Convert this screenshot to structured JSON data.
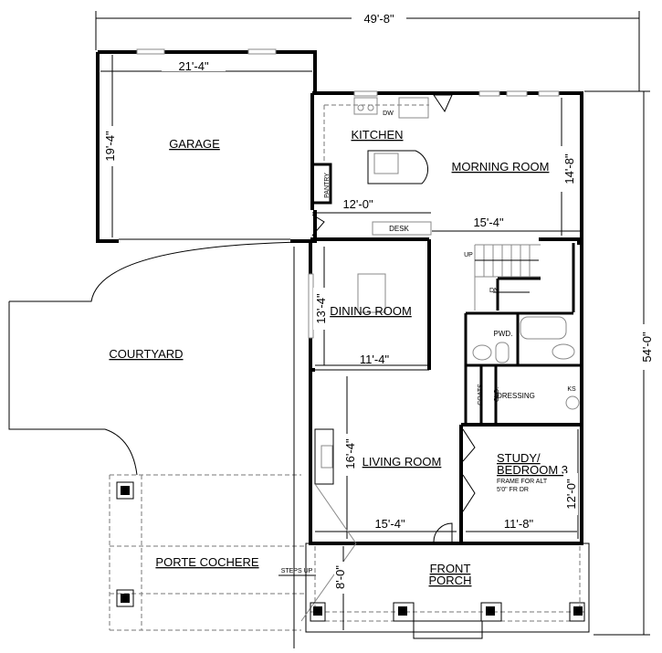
{
  "plan": {
    "overall_width": "49'-8\"",
    "overall_depth": "54'-0\"",
    "rooms": {
      "garage": {
        "label": "GARAGE",
        "width": "21'-4\"",
        "depth": "19'-4\""
      },
      "kitchen": {
        "label": "KITCHEN",
        "width": "12'-0\"",
        "pantry": "PANTRY",
        "dw": "DW",
        "desk": "DESK"
      },
      "morning_room": {
        "label": "MORNING ROOM",
        "width": "15'-4\"",
        "depth": "14'-8\""
      },
      "stairs": {
        "up": "UP",
        "down": "DN"
      },
      "dining_room": {
        "label": "DINING ROOM",
        "width": "11'-4\"",
        "depth": "13'-4\""
      },
      "courtyard": {
        "label": "COURTYARD"
      },
      "powder": {
        "label": "PWD."
      },
      "coats": {
        "label": "COATS"
      },
      "closet": {
        "label": "CLO."
      },
      "dressing": {
        "label": "DRESSING",
        "ks": "KS"
      },
      "living_room": {
        "label": "LIVING ROOM",
        "width": "15'-4\"",
        "depth": "16'-4\""
      },
      "study": {
        "label_line1": "STUDY/",
        "label_line2": "BEDROOM 3",
        "note_line1": "FRAME FOR ALT",
        "note_line2": "5'0\" FR DR",
        "width": "11'-8\"",
        "depth": "12'-0\""
      },
      "porte_cochere": {
        "label": "PORTE COCHERE",
        "steps": "STEPS UP"
      },
      "front_porch": {
        "label_line1": "FRONT",
        "label_line2": "PORCH",
        "depth": "8'-0\""
      }
    }
  }
}
